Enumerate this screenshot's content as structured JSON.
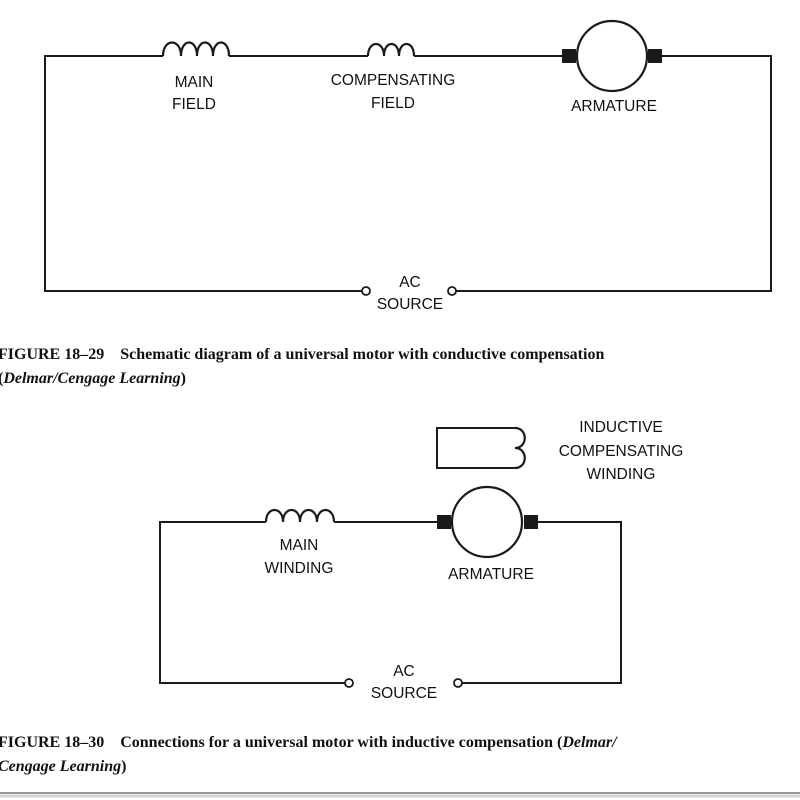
{
  "figure1": {
    "labels": {
      "main_field_1": "MAIN",
      "main_field_2": "FIELD",
      "comp_field_1": "COMPENSATING",
      "comp_field_2": "FIELD",
      "armature": "ARMATURE",
      "ac_1": "AC",
      "ac_2": "SOURCE"
    },
    "caption_line1": "FIGURE 18–29    Schematic diagram of a universal motor with conductive compensation",
    "caption_line2_open": "(",
    "caption_line2_italic": "Delmar/Cengage Learning",
    "caption_line2_close": ")"
  },
  "figure2": {
    "labels": {
      "inductive_1": "INDUCTIVE",
      "inductive_2": "COMPENSATING",
      "inductive_3": "WINDING",
      "main_winding_1": "MAIN",
      "main_winding_2": "WINDING",
      "armature": "ARMATURE",
      "ac_1": "AC",
      "ac_2": "SOURCE"
    },
    "caption_line1_plain": "FIGURE 18–30    Connections for a universal motor with inductive compensation (",
    "caption_line1_italic": "Delmar/",
    "caption_line2_italic": "Cengage Learning",
    "caption_line2_close": ")"
  }
}
